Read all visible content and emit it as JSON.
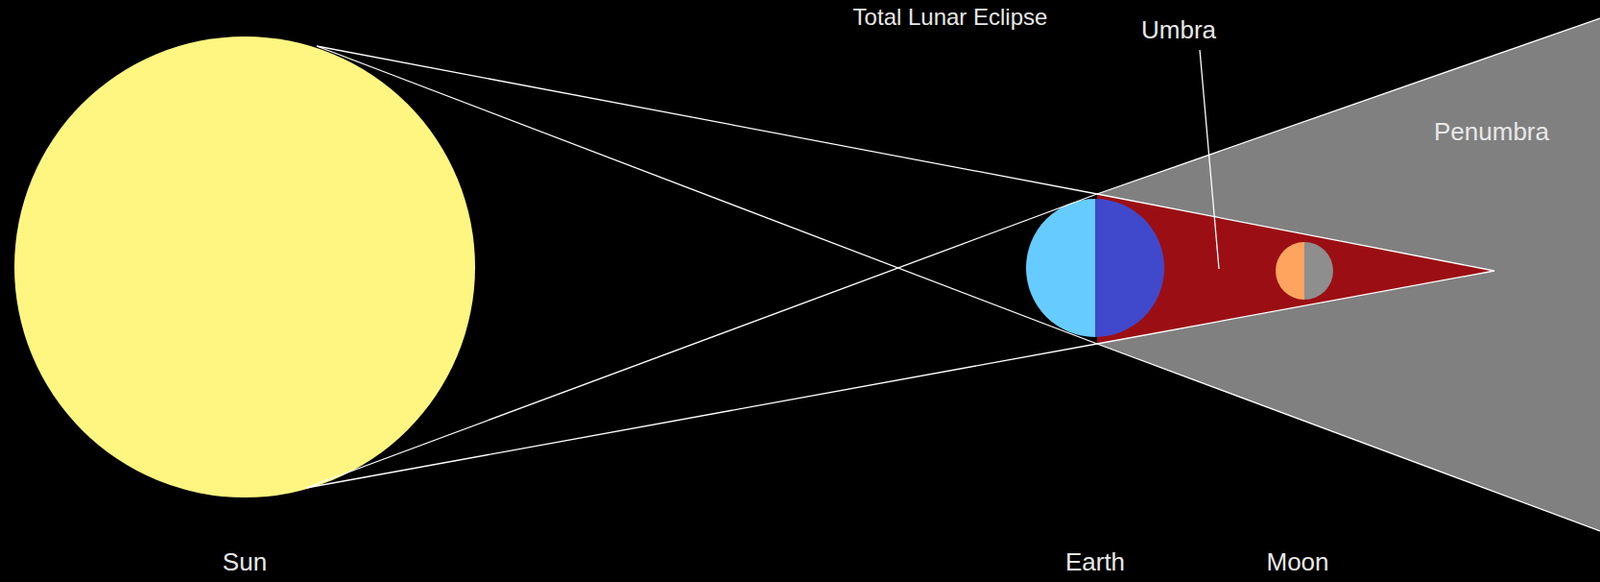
{
  "diagram": {
    "title": "Total Lunar Eclipse",
    "labels": [
      "Umbra",
      "Penumbra",
      "Sun",
      "Earth",
      "Moon"
    ]
  }
}
